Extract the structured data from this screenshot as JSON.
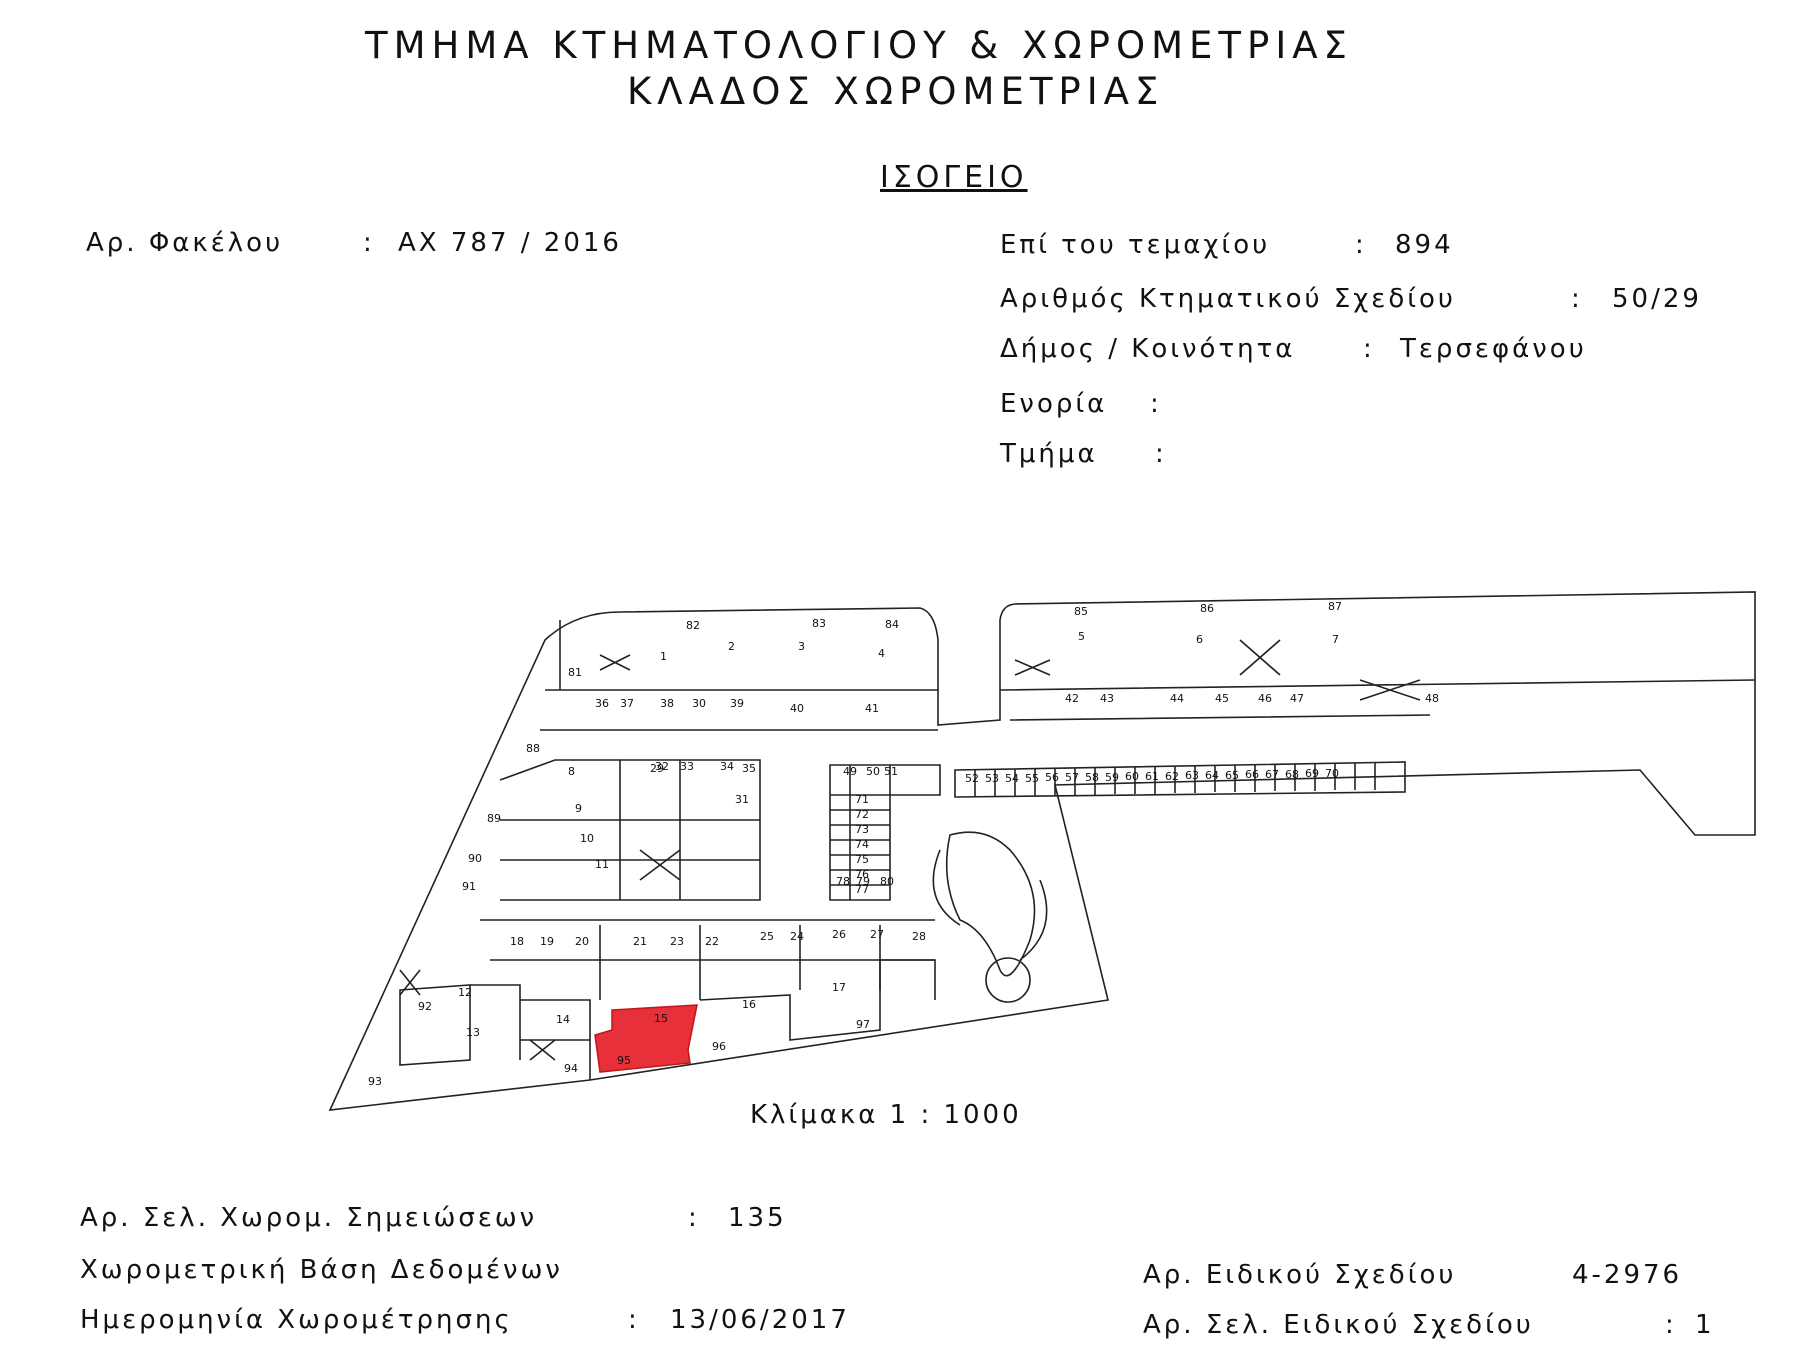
{
  "header": {
    "line1": "ΤΜΗΜΑ ΚΤΗΜΑΤΟΛΟΓΙΟΥ & ΧΩΡΟΜΕΤΡΙΑΣ",
    "line2": "ΚΛΑΔΟΣ ΧΩΡΟΜΕΤΡΙΑΣ"
  },
  "floor_title": "ΙΣΟΓΕΙΟ",
  "file": {
    "label": "Αρ. Φακέλου",
    "sep": ":",
    "value": "ΑΧ 787 / 2016"
  },
  "info": [
    {
      "label": "Επί του τεμαχίου",
      "sep": ":",
      "value": "894"
    },
    {
      "label": "Αριθμός Κτηματικού Σχεδίου",
      "sep": ":",
      "value": "50/29"
    },
    {
      "label": "Δήμος / Κοινότητα",
      "sep": ":",
      "value": "Τερσεφάνου"
    },
    {
      "label": "Ενορία",
      "sep": ":",
      "value": ""
    },
    {
      "label": "Τμήμα",
      "sep": ":",
      "value": ""
    }
  ],
  "plan": {
    "highlight_color": "#e8303a",
    "highlight_units": [
      "15",
      "95"
    ],
    "unit_numbers": [
      "1",
      "2",
      "3",
      "4",
      "5",
      "6",
      "7",
      "8",
      "9",
      "10",
      "11",
      "12",
      "13",
      "14",
      "15",
      "16",
      "17",
      "18",
      "19",
      "20",
      "21",
      "22",
      "23",
      "24",
      "25",
      "26",
      "27",
      "28",
      "29",
      "30",
      "31",
      "32",
      "33",
      "34",
      "35",
      "36",
      "37",
      "38",
      "39",
      "40",
      "41",
      "42",
      "43",
      "44",
      "45",
      "46",
      "47",
      "48",
      "49",
      "50",
      "51",
      "52",
      "53",
      "54",
      "55",
      "56",
      "57",
      "58",
      "59",
      "60",
      "61",
      "62",
      "63",
      "64",
      "65",
      "66",
      "67",
      "68",
      "69",
      "70",
      "71",
      "72",
      "73",
      "74",
      "75",
      "76",
      "77",
      "78",
      "79",
      "80",
      "81",
      "82",
      "83",
      "84",
      "85",
      "86",
      "87",
      "88",
      "89",
      "90",
      "91",
      "92",
      "93",
      "94",
      "95",
      "96",
      "97"
    ]
  },
  "scale": "Κλίμακα 1 : 1000",
  "footer": {
    "notes_page": {
      "label": "Αρ. Σελ. Χωρομ. Σημειώσεων",
      "sep": ":",
      "value": "135"
    },
    "database": "Χωρομετρική Βάση Δεδομένων",
    "survey_date": {
      "label": "Ημερομηνία Χωρομέτρησης",
      "sep": ":",
      "value": "13/06/2017"
    },
    "special_plan": {
      "label": "Αρ. Ειδικού Σχεδίου",
      "value": "4-2976"
    },
    "special_plan_page": {
      "label": "Αρ. Σελ. Ειδικού Σχεδίου",
      "sep": ":",
      "value": "1"
    }
  }
}
